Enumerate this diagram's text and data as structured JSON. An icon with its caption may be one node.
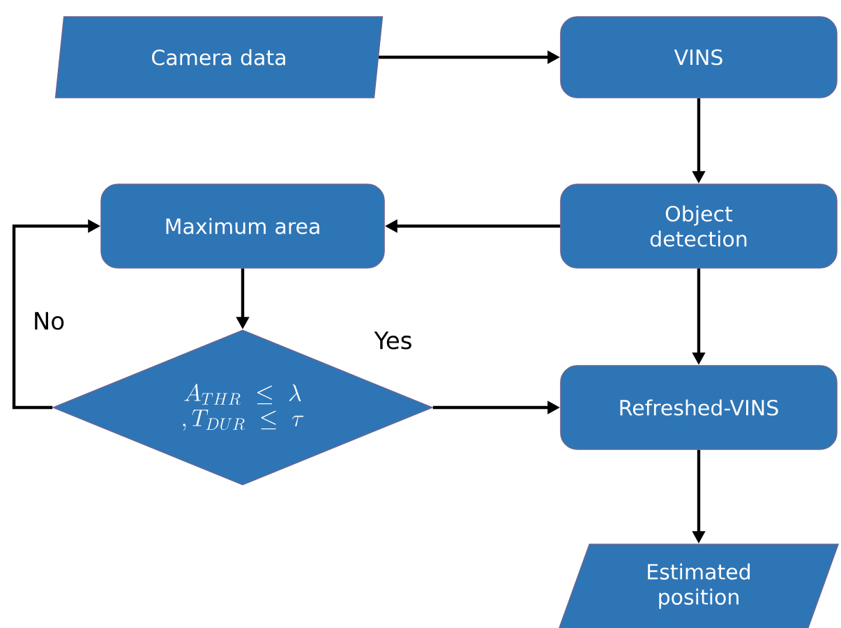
{
  "diagram": {
    "nodes": [
      {
        "text": [
          "Camera data"
        ]
      },
      {
        "text": [
          "VINS"
        ]
      },
      {
        "text": [
          "Object detection"
        ]
      },
      {
        "text": [
          "Maximum area"
        ]
      },
      {
        "text": [
          "A_{THR} \\leq \\lambda",
          ",T_{DUR} \\leq \\tau"
        ]
      },
      {
        "text": [
          "Refreshed-VINS"
        ]
      },
      {
        "text": [
          "Estimated position"
        ]
      }
    ],
    "edges": [
      {
        "from": 0,
        "to": 1,
        "arrow": "to"
      },
      {
        "from": 1,
        "to": 2,
        "arrow": "to"
      },
      {
        "from": 2,
        "to": 3,
        "arrow": "to"
      },
      {
        "from": 2,
        "to": 5,
        "arrow": "to"
      },
      {
        "from": 3,
        "to": 4,
        "arrow": "to"
      },
      {
        "from": 4,
        "to": 5,
        "arrow": "to",
        "label": "Yes"
      },
      {
        "from": 4,
        "to": 3,
        "arrow": "to",
        "label": "No"
      },
      {
        "from": 5,
        "to": 6,
        "arrow": "to"
      }
    ]
  }
}
